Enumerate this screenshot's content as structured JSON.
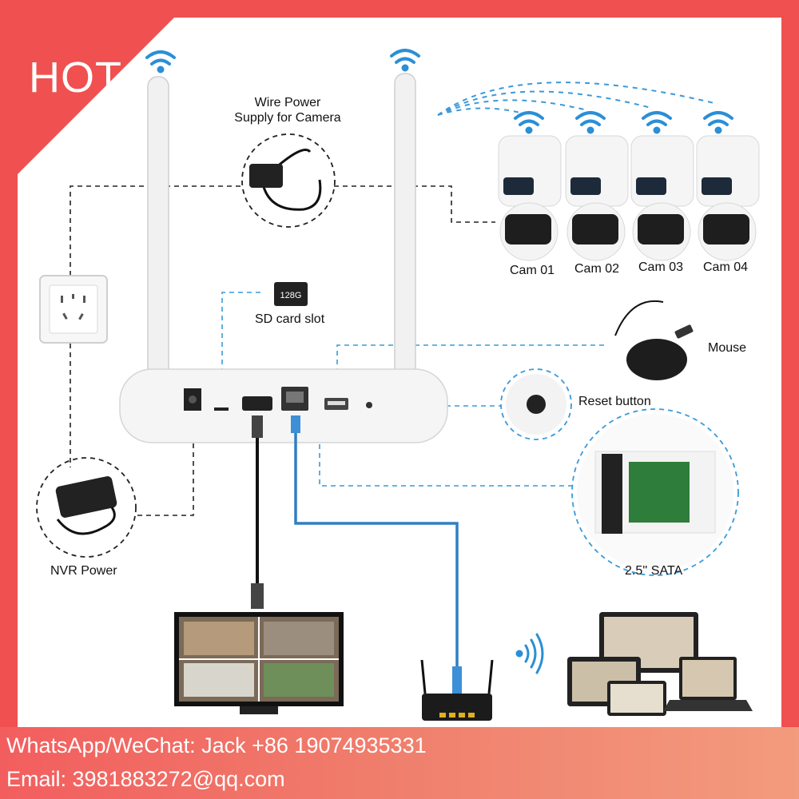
{
  "badge": {
    "text": "HOT"
  },
  "labels": {
    "wire_power_line1": "Wire Power",
    "wire_power_line2": "Supply for Camera",
    "sd_card": "SD card slot",
    "sd_chip": "128G",
    "mouse": "Mouse",
    "reset": "Reset button",
    "sata": "2.5'' SATA",
    "nvr_power": "NVR Power"
  },
  "cameras": [
    {
      "label": "Cam 01"
    },
    {
      "label": "Cam 02"
    },
    {
      "label": "Cam 03"
    },
    {
      "label": "Cam 04"
    }
  ],
  "footer": {
    "whatsapp": "WhatsApp/WeChat: Jack +86 19074935331",
    "email": "Email: 3981883272@qq.com"
  },
  "colors": {
    "frame": "#f05050",
    "dashed_blue": "#3a9ad9",
    "dashed_black": "#222222",
    "cable_blue": "#2f7fc4"
  }
}
